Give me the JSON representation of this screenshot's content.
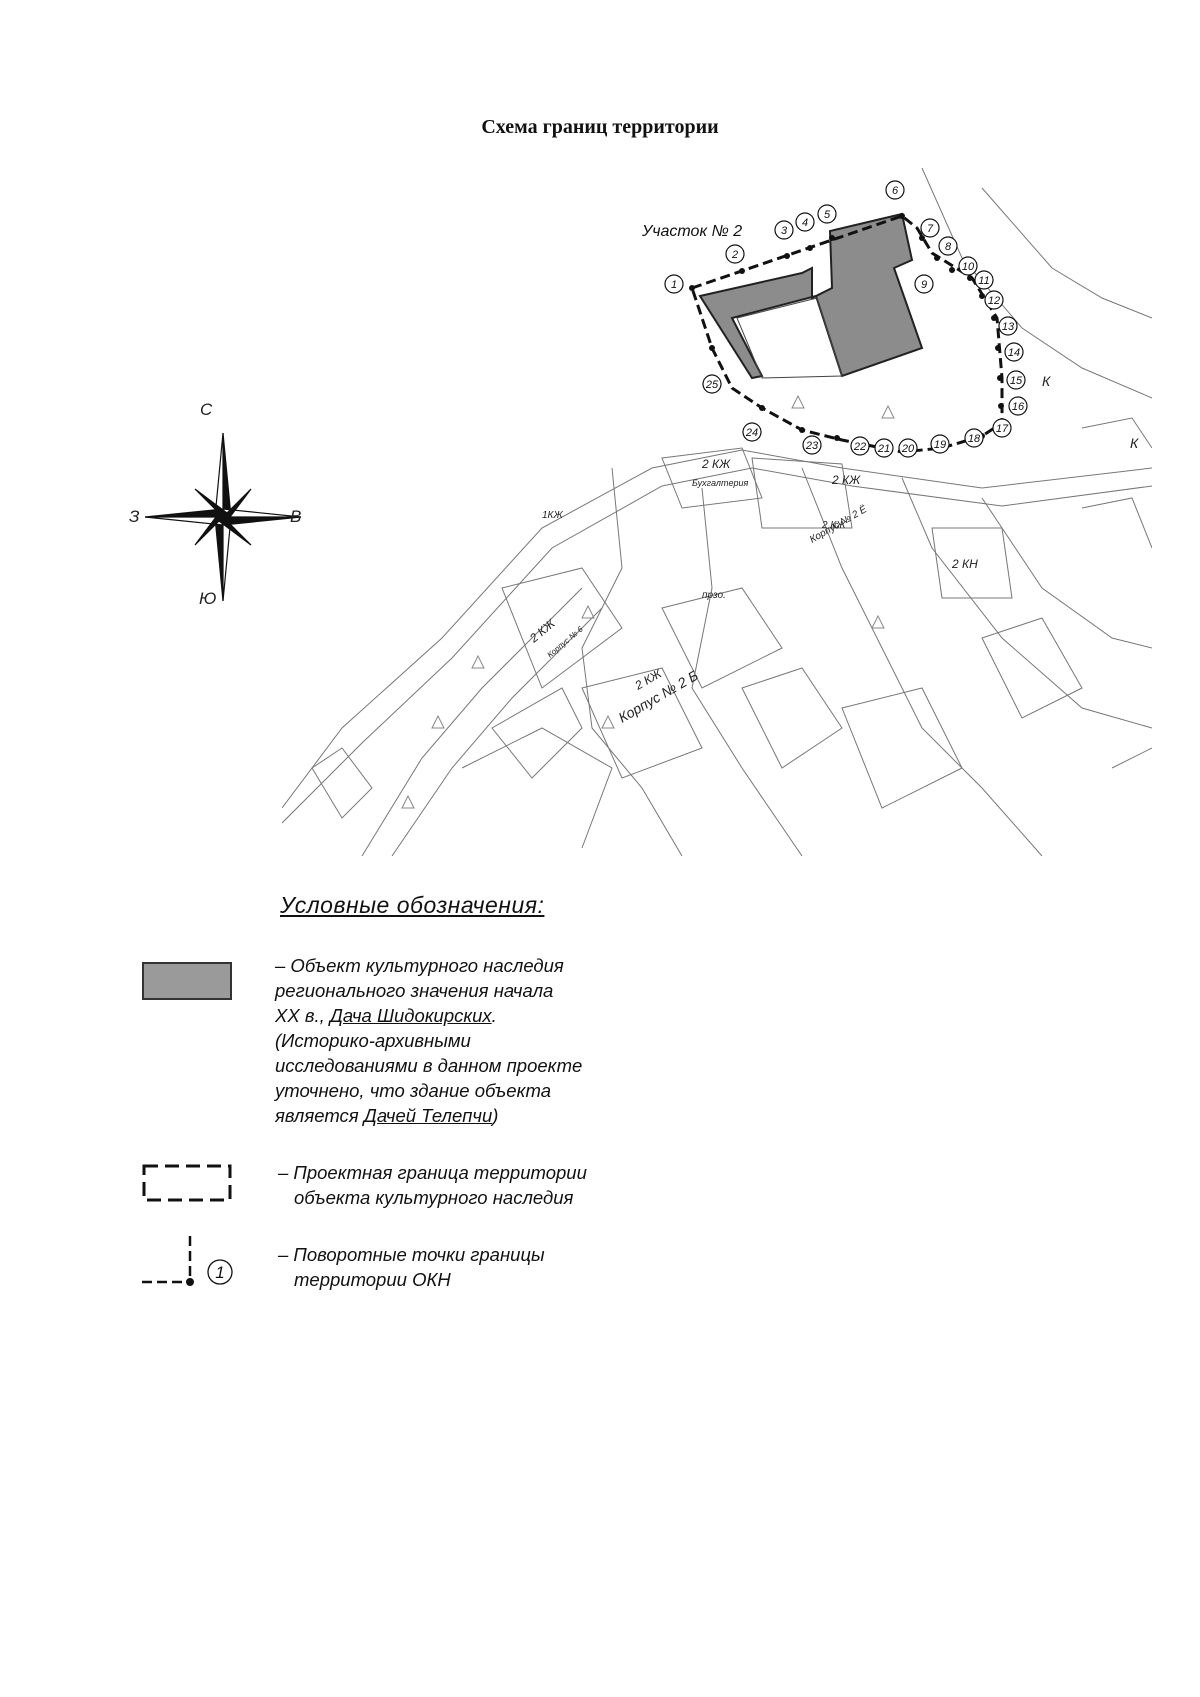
{
  "title": "Схема границ территории",
  "map": {
    "plot_label": "Участок № 2",
    "boundary_points": [
      "1",
      "2",
      "3",
      "4",
      "5",
      "6",
      "7",
      "8",
      "9",
      "10",
      "11",
      "12",
      "13",
      "14",
      "15",
      "16",
      "17",
      "18",
      "19",
      "20",
      "21",
      "22",
      "23",
      "24",
      "25"
    ],
    "building_labels": [
      "2 КЖ",
      "Бухгалтерия",
      "2 КЖ",
      "2 КН",
      "1КЖ",
      "2 КЖ",
      "Корпус № 6",
      "2 КЖ",
      "Корпус № 2 Б",
      "2 КЖ",
      "Корпус № 2 Ё",
      "прзо.",
      "К",
      "К"
    ]
  },
  "compass": {
    "north": "С",
    "south": "Ю",
    "west": "З",
    "east": "В"
  },
  "legend": {
    "title": "Условные обозначения:",
    "item1": {
      "line1": "– Объект культурного наследия",
      "line2": "регионального значения начала",
      "line3a": "XX в., ",
      "line3b": "Дача Шидокирских",
      "line3c": ".",
      "line4": "(Историко-архивными",
      "line5": "исследованиями в данном проекте",
      "line6": "уточнено, что здание объекта",
      "line7a": "является ",
      "line7b": "Дачей Телепчи",
      "line7c": ")"
    },
    "item2": {
      "line1": "– Проектная граница территории",
      "line2": "объекта культурного наследия"
    },
    "item3": {
      "point_label": "1",
      "line1": "– Поворотные точки границы",
      "line2": "территории ОКН"
    }
  }
}
